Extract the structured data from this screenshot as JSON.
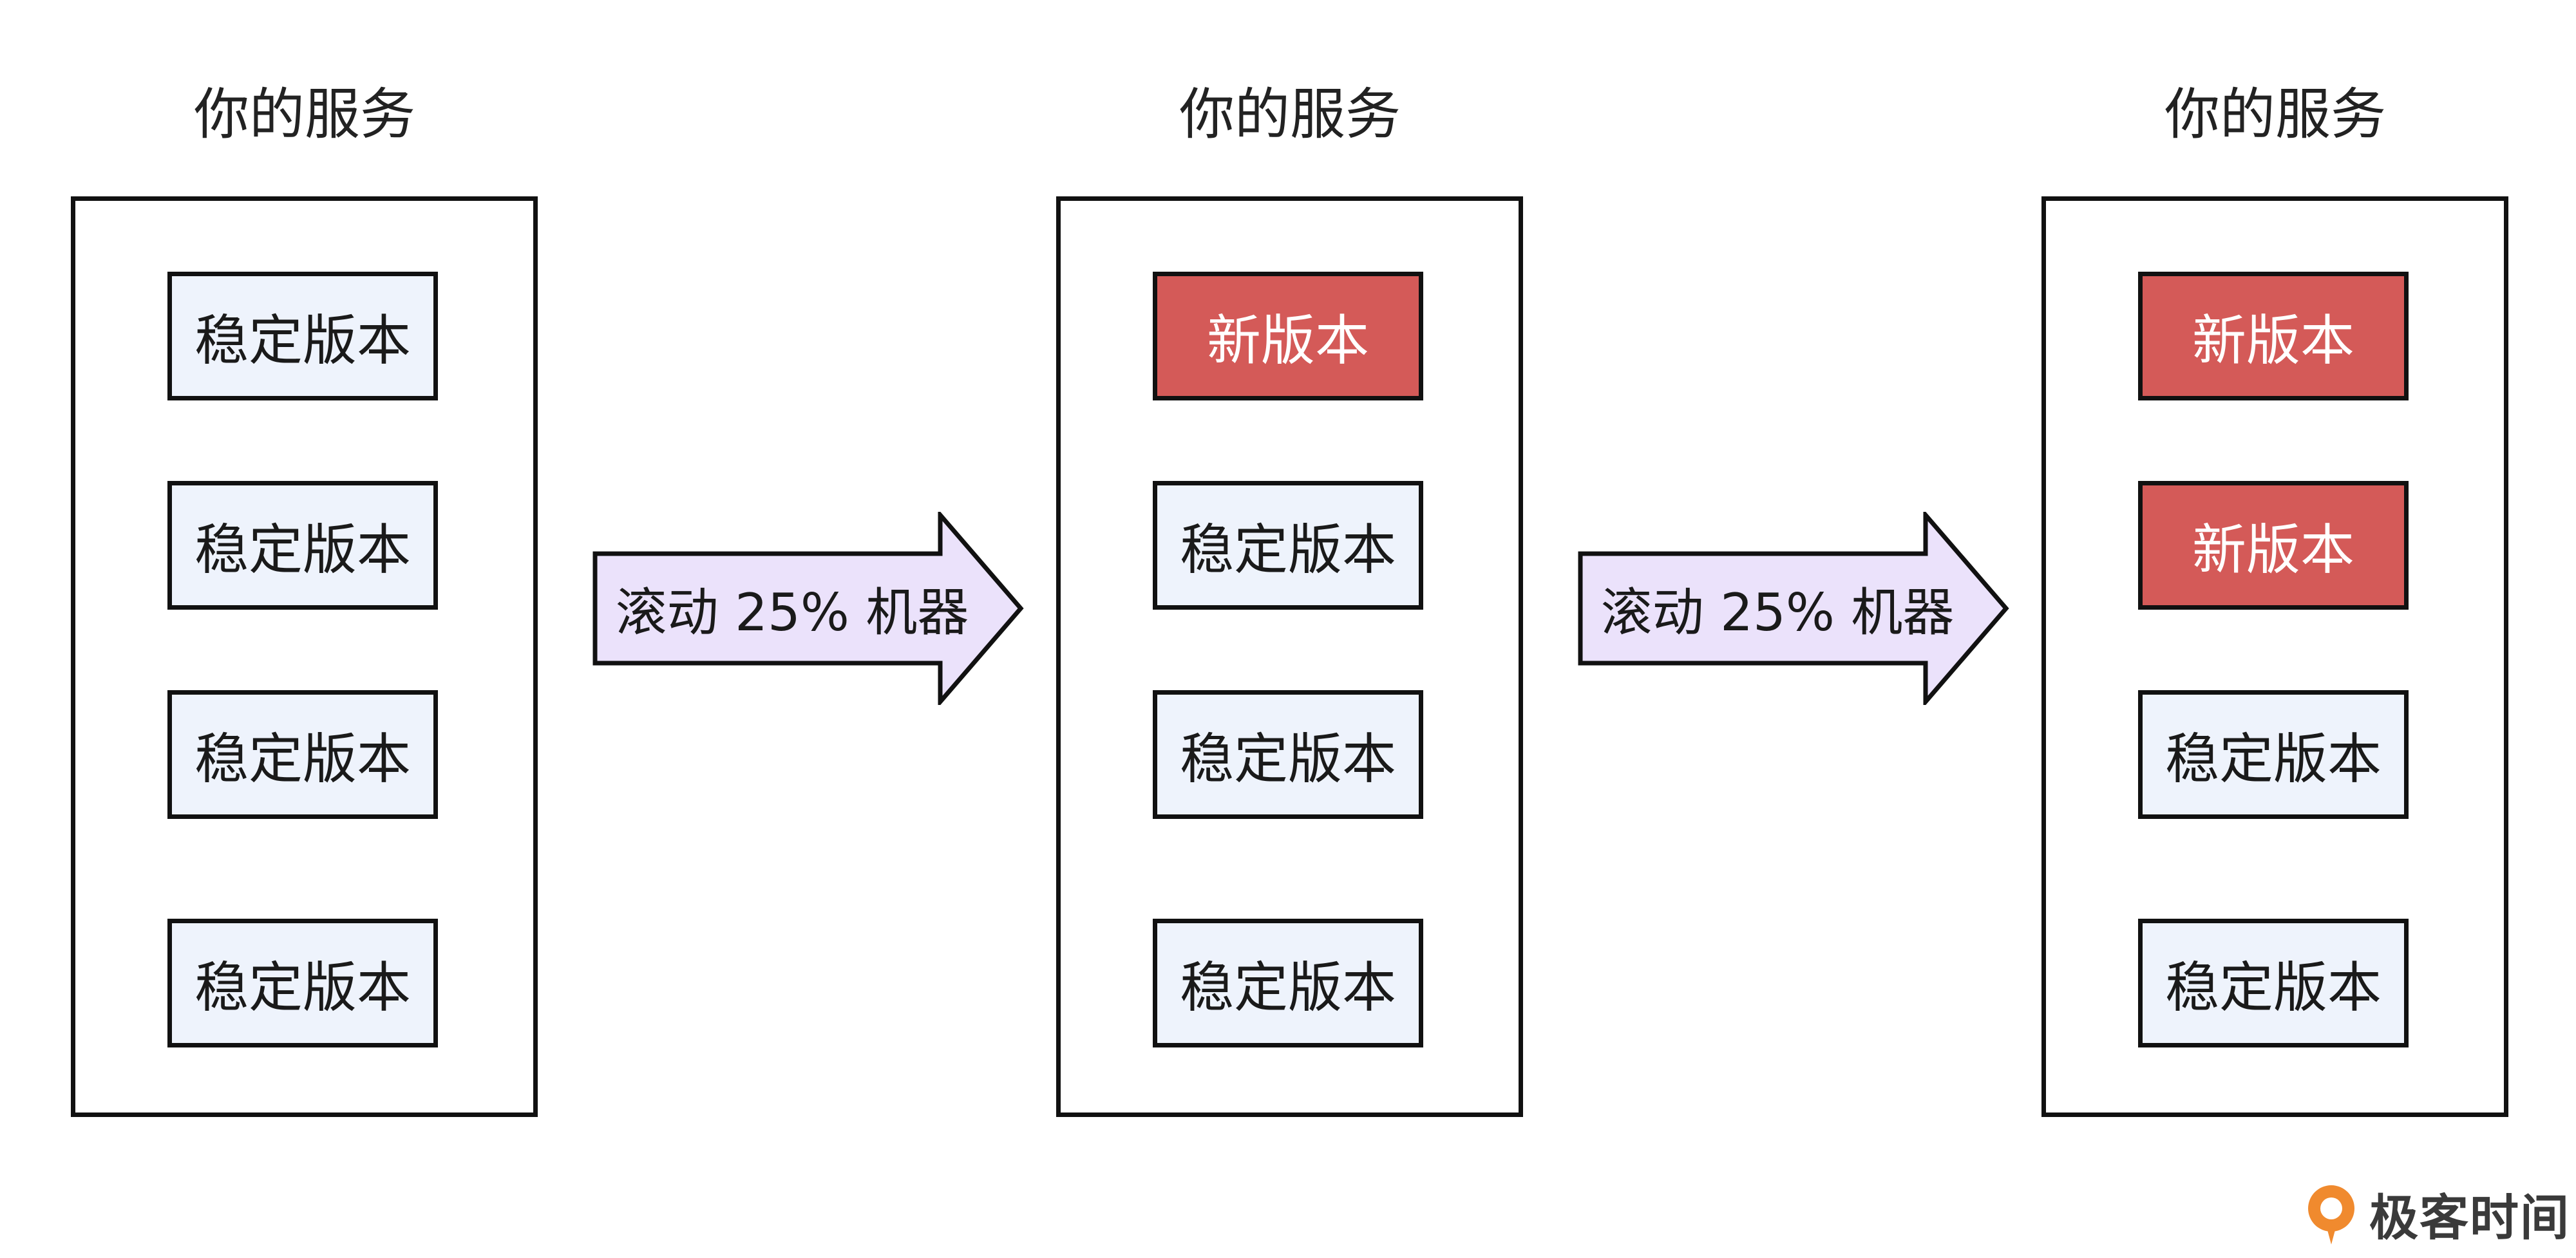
{
  "colors": {
    "stable_fill": "#eef3fc",
    "new_fill": "#d45a58",
    "arrow_fill": "#ebe2fb",
    "border": "#111111",
    "logo_orange": "#f08a2e"
  },
  "stages": [
    {
      "title": "你的服务",
      "versions": [
        {
          "label": "稳定版本",
          "kind": "stable"
        },
        {
          "label": "稳定版本",
          "kind": "stable"
        },
        {
          "label": "稳定版本",
          "kind": "stable"
        },
        {
          "label": "稳定版本",
          "kind": "stable"
        }
      ]
    },
    {
      "title": "你的服务",
      "versions": [
        {
          "label": "新版本",
          "kind": "new"
        },
        {
          "label": "稳定版本",
          "kind": "stable"
        },
        {
          "label": "稳定版本",
          "kind": "stable"
        },
        {
          "label": "稳定版本",
          "kind": "stable"
        }
      ]
    },
    {
      "title": "你的服务",
      "versions": [
        {
          "label": "新版本",
          "kind": "new"
        },
        {
          "label": "新版本",
          "kind": "new"
        },
        {
          "label": "稳定版本",
          "kind": "stable"
        },
        {
          "label": "稳定版本",
          "kind": "stable"
        }
      ]
    }
  ],
  "arrows": [
    {
      "label": "滚动 25% 机器"
    },
    {
      "label": "滚动 25% 机器"
    }
  ],
  "logo": {
    "text": "极客时间",
    "icon": "geektime-logo-icon"
  }
}
